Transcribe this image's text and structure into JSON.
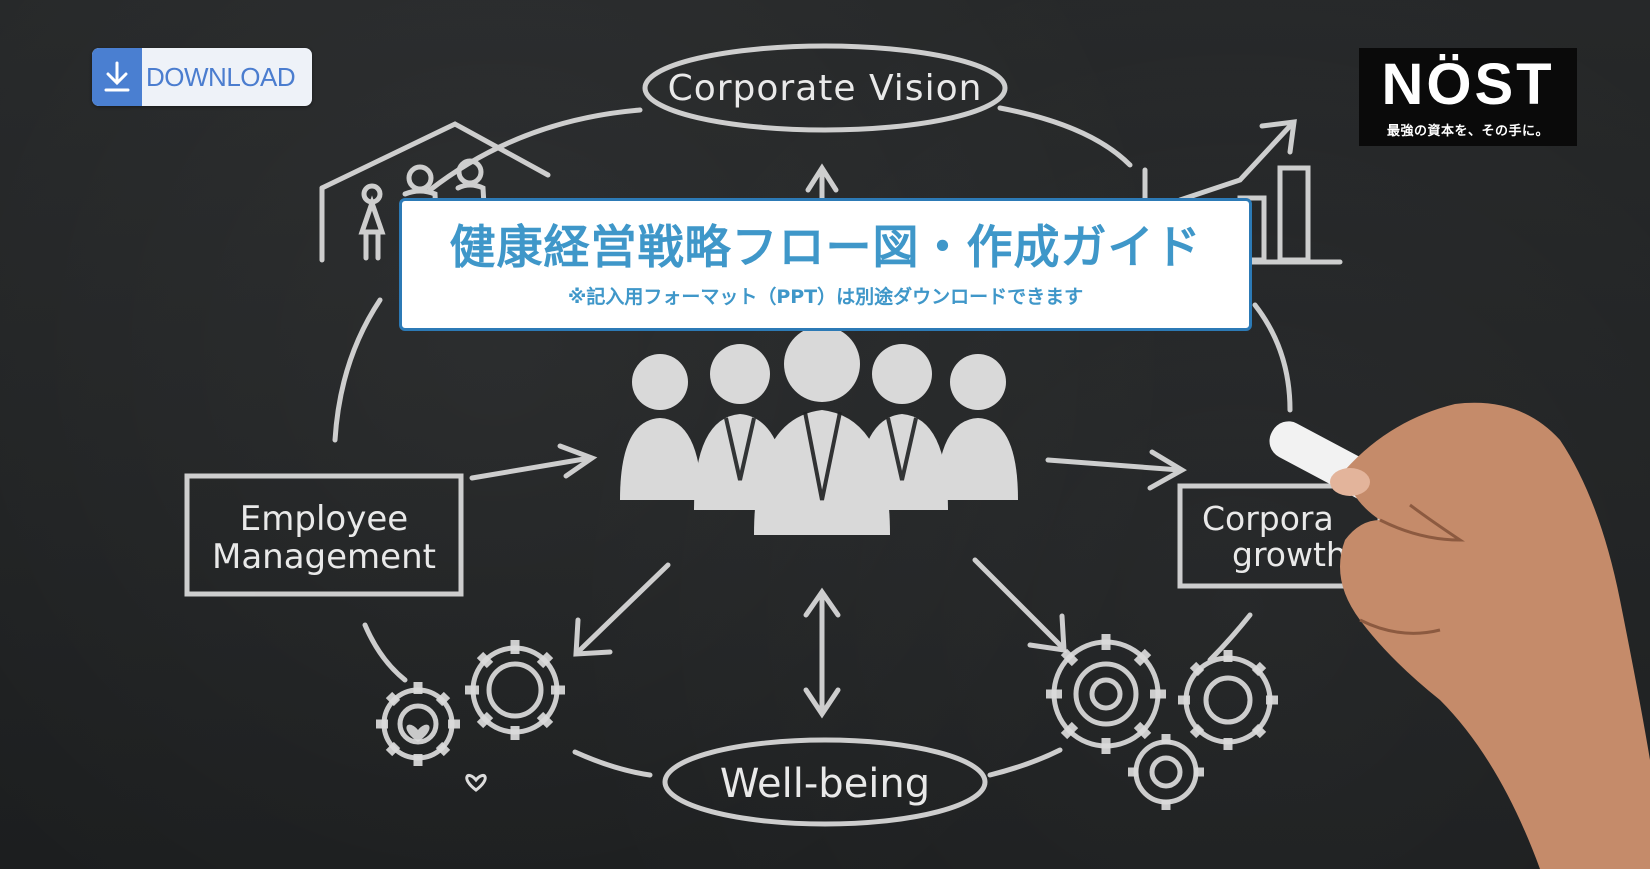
{
  "download_button": {
    "label": "DOWNLOAD",
    "icon": "download-icon"
  },
  "logo": {
    "mark": "NÖST",
    "tagline": "最強の資本を、その手に。"
  },
  "title_card": {
    "title": "健康経営戦略フロー図・作成ガイド",
    "subtitle": "※記入用フォーマット（PPT）は別途ダウンロードできます"
  },
  "diagram": {
    "corporate_vision": "Corporate Vision",
    "employee_management": [
      "Employee",
      "Management"
    ],
    "corporate_growth": [
      "Corpora",
      "growth"
    ],
    "wellbeing": "Well-being"
  },
  "colors": {
    "accent_blue": "#3f97c9",
    "card_border": "#2c7ab6",
    "download_blue": "#4a7fd1",
    "chalkboard": "#1f2122",
    "chalk": "#e9e9e9"
  }
}
